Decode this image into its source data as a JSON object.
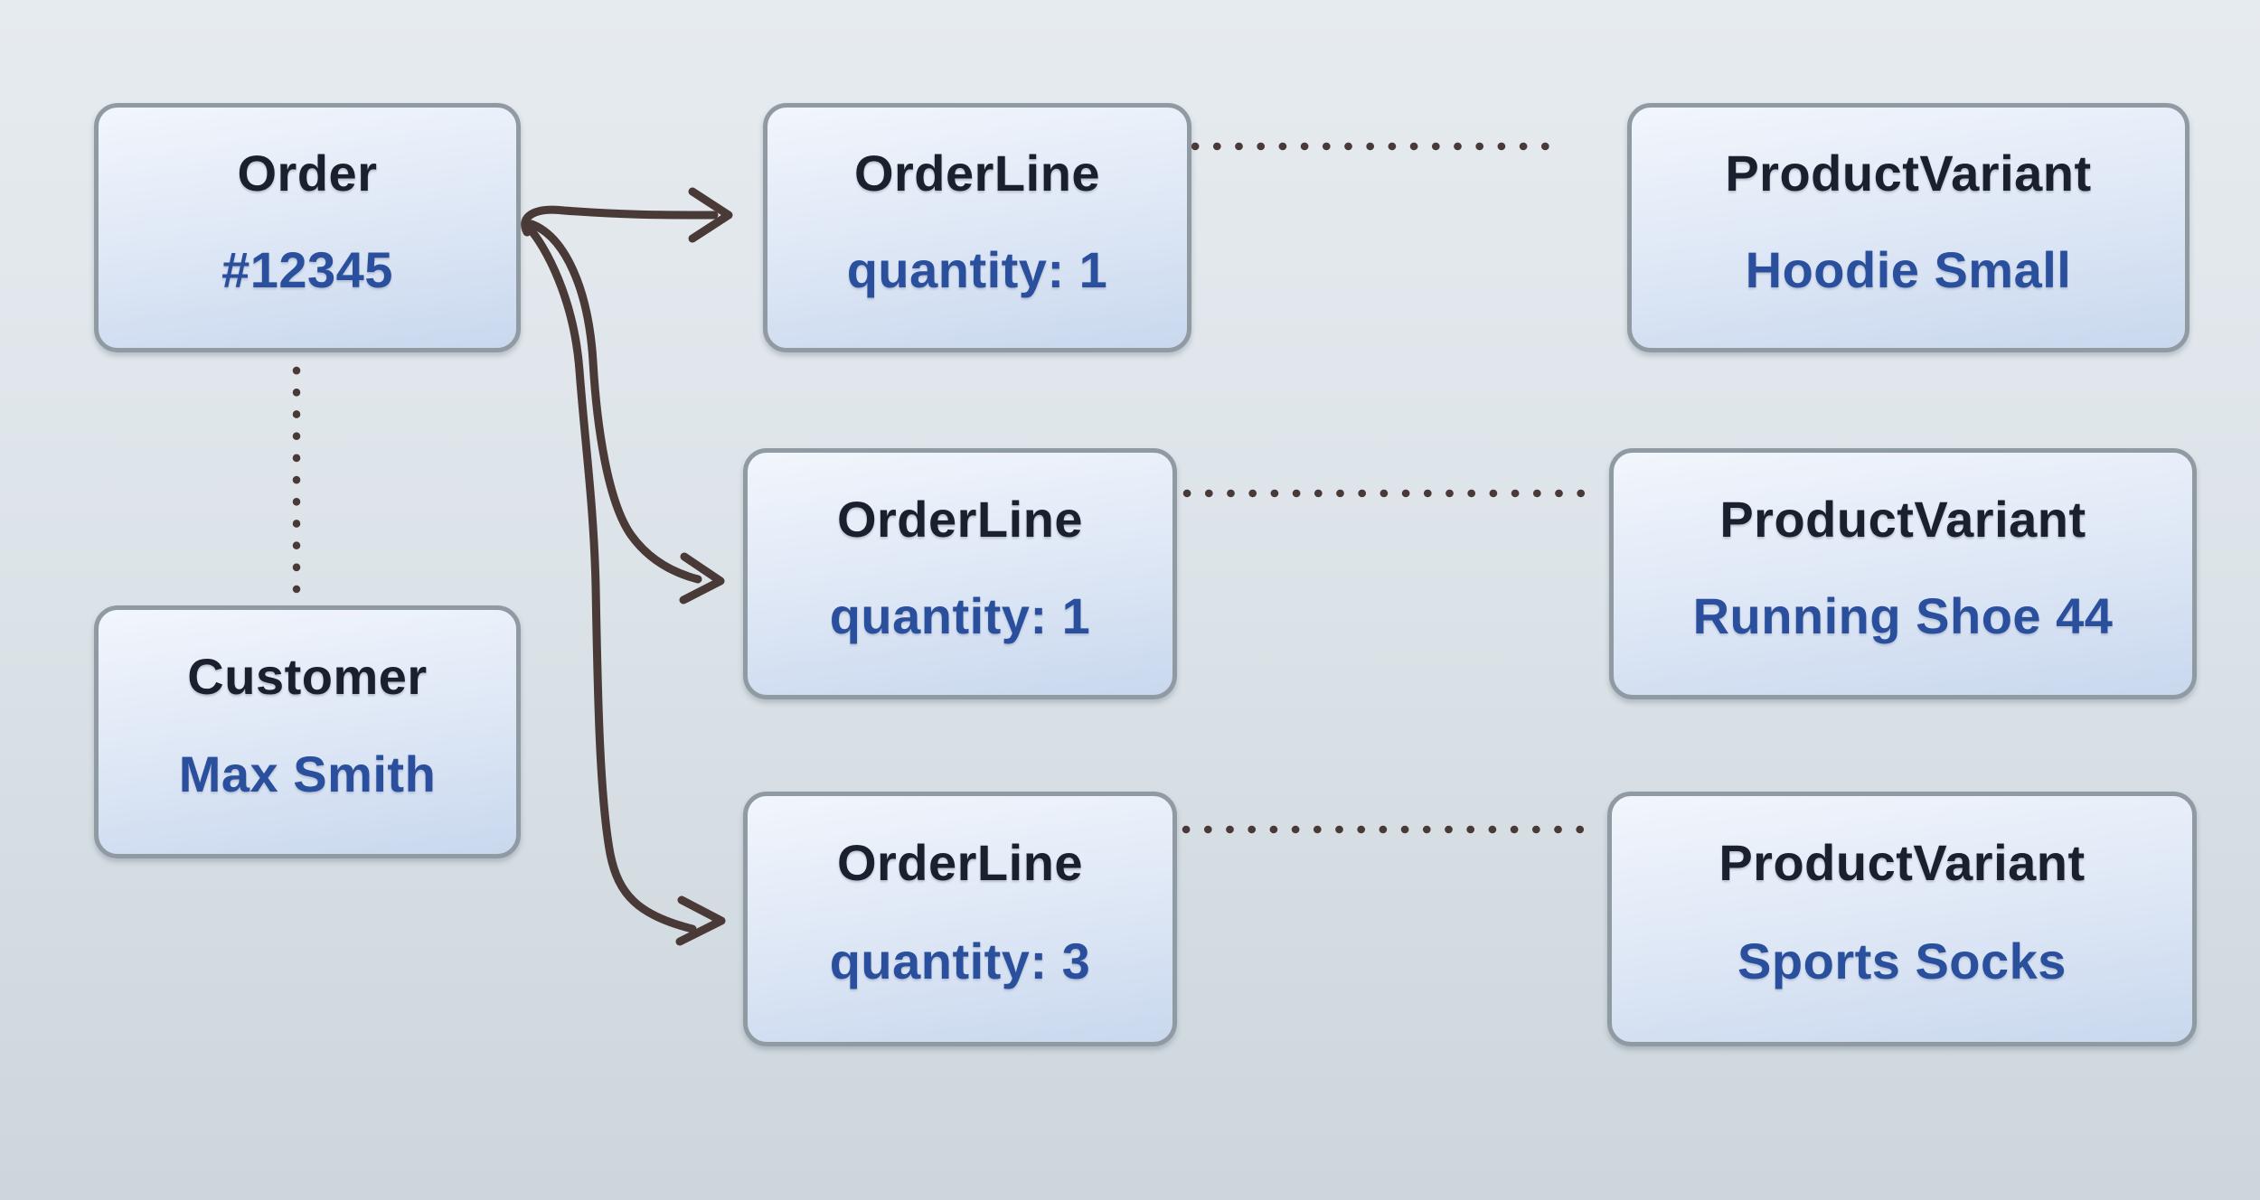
{
  "diagram": {
    "entities": {
      "order": {
        "title": "Order",
        "value": "#12345"
      },
      "customer": {
        "title": "Customer",
        "value": "Max Smith"
      },
      "order_lines": [
        {
          "title": "OrderLine",
          "value": "quantity: 1"
        },
        {
          "title": "OrderLine",
          "value": "quantity: 1"
        },
        {
          "title": "OrderLine",
          "value": "quantity: 3"
        }
      ],
      "product_variants": [
        {
          "title": "ProductVariant",
          "value": "Hoodie Small"
        },
        {
          "title": "ProductVariant",
          "value": "Running Shoe 44"
        },
        {
          "title": "ProductVariant",
          "value": "Sports Socks"
        }
      ]
    },
    "relations": [
      "Order -> OrderLine (solid arrow) x3",
      "Order .. Customer (dotted)",
      "OrderLine .. ProductVariant (dotted) x3"
    ],
    "colors": {
      "title_text": "#1a202e",
      "value_text": "#2a4f9d",
      "box_border": "#909aa2",
      "box_fill_top": "#f2f6fc",
      "box_fill_bottom": "#c9d8ee",
      "connector": "#4a3a37",
      "bg_top": "#e6ebef",
      "bg_bottom": "#ccd6dc"
    }
  }
}
